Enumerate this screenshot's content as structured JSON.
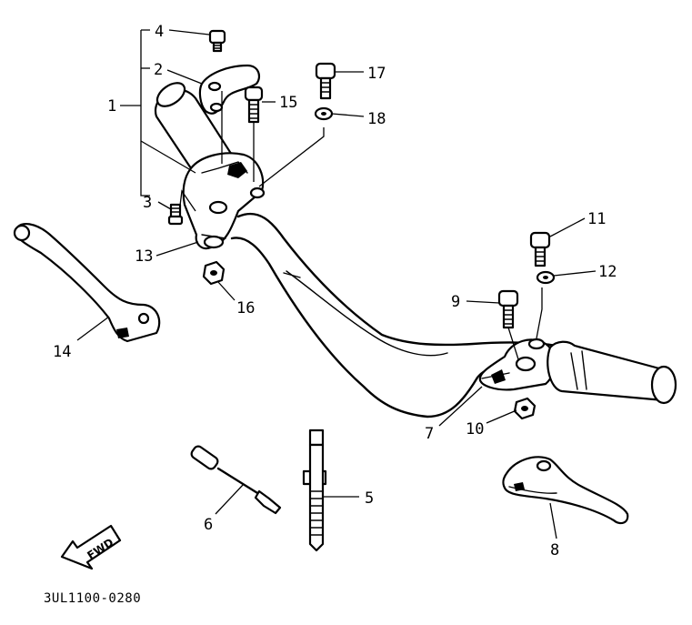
{
  "diagram": {
    "part_code": "3UL1100-0280",
    "direction_label": "FWD",
    "callouts": [
      {
        "id": "c1",
        "text": "1"
      },
      {
        "id": "c2",
        "text": "2"
      },
      {
        "id": "c3",
        "text": "3"
      },
      {
        "id": "c4",
        "text": "4"
      },
      {
        "id": "c5",
        "text": "5"
      },
      {
        "id": "c6",
        "text": "6"
      },
      {
        "id": "c7",
        "text": "7"
      },
      {
        "id": "c8",
        "text": "8"
      },
      {
        "id": "c9",
        "text": "9"
      },
      {
        "id": "c10",
        "text": "10"
      },
      {
        "id": "c11",
        "text": "11"
      },
      {
        "id": "c12",
        "text": "12"
      },
      {
        "id": "c13",
        "text": "13"
      },
      {
        "id": "c14",
        "text": "14"
      },
      {
        "id": "c15",
        "text": "15"
      },
      {
        "id": "c16",
        "text": "16"
      },
      {
        "id": "c17",
        "text": "17"
      },
      {
        "id": "c18",
        "text": "18"
      }
    ]
  }
}
